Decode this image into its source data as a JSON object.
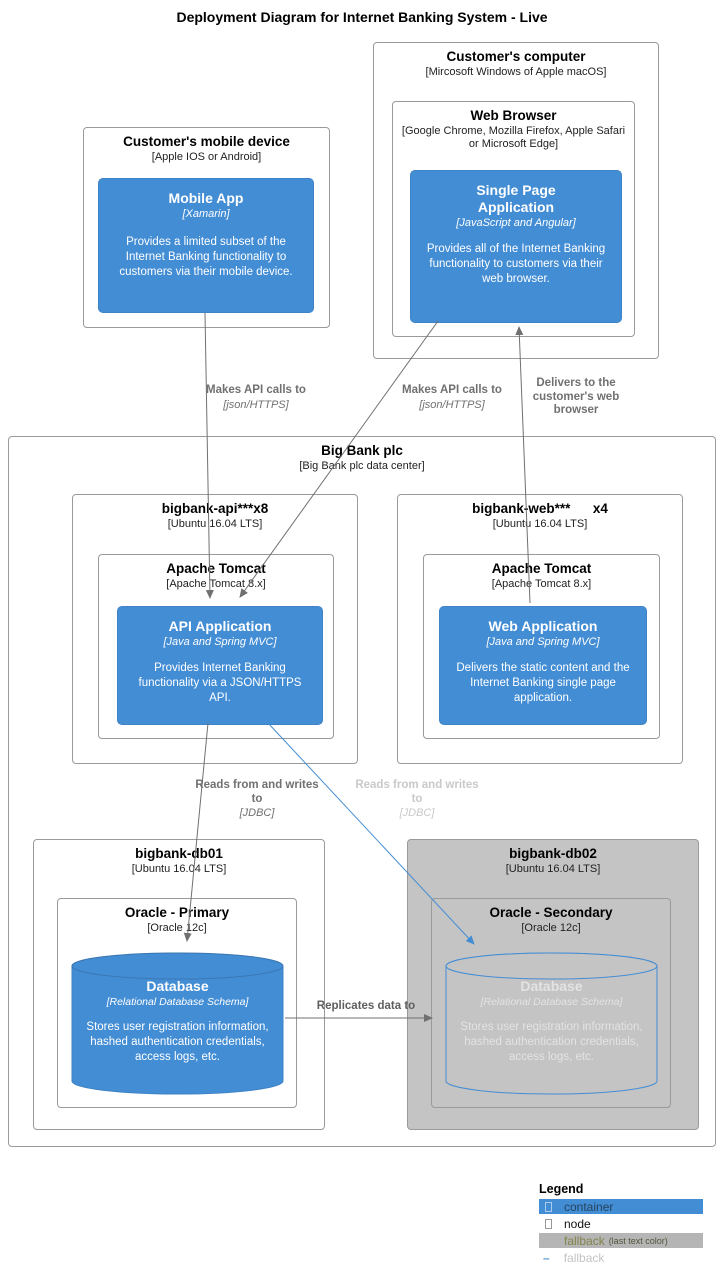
{
  "title": "Deployment Diagram for Internet Banking System - Live",
  "colors": {
    "container_blue": "#438dd5",
    "node_gray_fill": "#c4c4c4",
    "line_gray": "#707070",
    "line_blue": "#438dd5"
  },
  "nodes": {
    "mobile_device": {
      "title": "Customer's mobile device",
      "subtitle": "[Apple IOS or Android]",
      "container": {
        "title": "Mobile App",
        "technology": "[Xamarin]",
        "description": "Provides a limited subset of the Internet Banking functionality to customers via their mobile device."
      }
    },
    "computer": {
      "title": "Customer's computer",
      "subtitle": "[Mircosoft Windows of Apple macOS]",
      "browser": {
        "title": "Web Browser",
        "subtitle": "[Google Chrome, Mozilla Firefox, Apple Safari or Microsoft Edge]",
        "container": {
          "title": "Single Page Application",
          "technology": "[JavaScript and Angular]",
          "description": "Provides all of the Internet Banking functionality to customers via their web browser."
        }
      }
    },
    "big_bank": {
      "title": "Big Bank plc",
      "subtitle": "[Big Bank plc data center]",
      "api_node": {
        "title": "bigbank-api***x8",
        "subtitle": "[Ubuntu 16.04 LTS]",
        "tomcat": {
          "title": "Apache Tomcat",
          "subtitle": "[Apache Tomcat 8.x]",
          "container": {
            "title": "API Application",
            "technology": "[Java and Spring MVC]",
            "description": "Provides Internet Banking functionality via a JSON/HTTPS API."
          }
        }
      },
      "web_node": {
        "title": "bigbank-web***",
        "instances": "x4",
        "subtitle": "[Ubuntu 16.04 LTS]",
        "tomcat": {
          "title": "Apache Tomcat",
          "subtitle": "[Apache Tomcat 8.x]",
          "container": {
            "title": "Web Application",
            "technology": "[Java and Spring MVC]",
            "description": "Delivers the static content and the Internet Banking single page application."
          }
        }
      },
      "db1_node": {
        "title": "bigbank-db01",
        "subtitle": "[Ubuntu 16.04 LTS]",
        "oracle": {
          "title": "Oracle - Primary",
          "subtitle": "[Oracle 12c]",
          "database": {
            "title": "Database",
            "technology": "[Relational Database Schema]",
            "description": "Stores user registration information, hashed authentication credentials, access logs, etc."
          }
        }
      },
      "db2_node": {
        "title": "bigbank-db02",
        "subtitle": "[Ubuntu 16.04 LTS]",
        "oracle": {
          "title": "Oracle - Secondary",
          "subtitle": "[Oracle 12c]",
          "database": {
            "title": "Database",
            "technology": "[Relational Database Schema]",
            "description": "Stores user registration information, hashed authentication credentials, access logs, etc."
          }
        }
      }
    }
  },
  "relationships": {
    "mobile_to_api": {
      "label": "Makes API calls to",
      "technology": "[json/HTTPS]"
    },
    "spa_to_api": {
      "label": "Makes API calls to",
      "technology": "[json/HTTPS]"
    },
    "web_to_spa": {
      "label": "Delivers to the customer's web browser"
    },
    "api_to_db1": {
      "label": "Reads from and writes to",
      "technology": "[JDBC]"
    },
    "api_to_db2": {
      "label": "Reads from and writes to",
      "technology": "[JDBC]"
    },
    "db1_to_db2": {
      "label": "Replicates data to"
    }
  },
  "legend": {
    "title": "Legend",
    "items": [
      {
        "label": "container"
      },
      {
        "label": "node"
      },
      {
        "label": "fallback",
        "note": "(last text color)"
      },
      {
        "label": "fallback"
      }
    ]
  }
}
